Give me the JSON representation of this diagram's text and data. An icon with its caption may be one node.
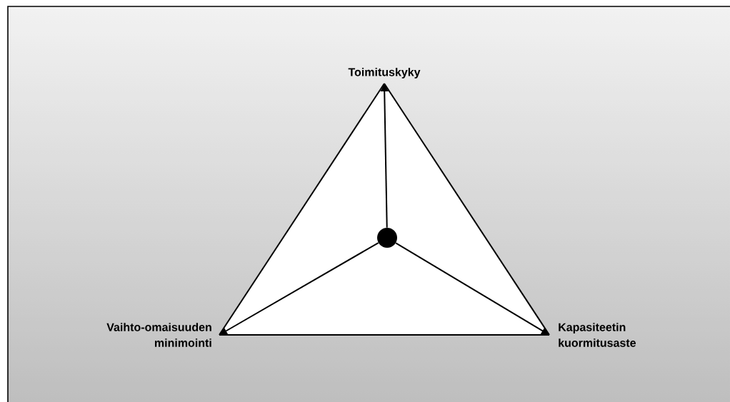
{
  "diagram": {
    "nodes": [
      {
        "text": [
          "Toimituskyky"
        ]
      },
      {
        "text": [
          "Vaihto-omaisuuden minimointi"
        ]
      },
      {
        "text": [
          "Kapasiteetin kuormitusaste"
        ]
      },
      {
        "text": [],
        "shape": "circle"
      }
    ],
    "edges": [
      {
        "from": 3,
        "to": 0,
        "arrow": "to"
      },
      {
        "from": 3,
        "to": 1,
        "arrow": "to"
      },
      {
        "from": 3,
        "to": 2,
        "arrow": "to"
      },
      {
        "from": 0,
        "to": 1,
        "arrow": "none"
      },
      {
        "from": 1,
        "to": 2,
        "arrow": "none"
      },
      {
        "from": 2,
        "to": 0,
        "arrow": "none"
      }
    ]
  }
}
